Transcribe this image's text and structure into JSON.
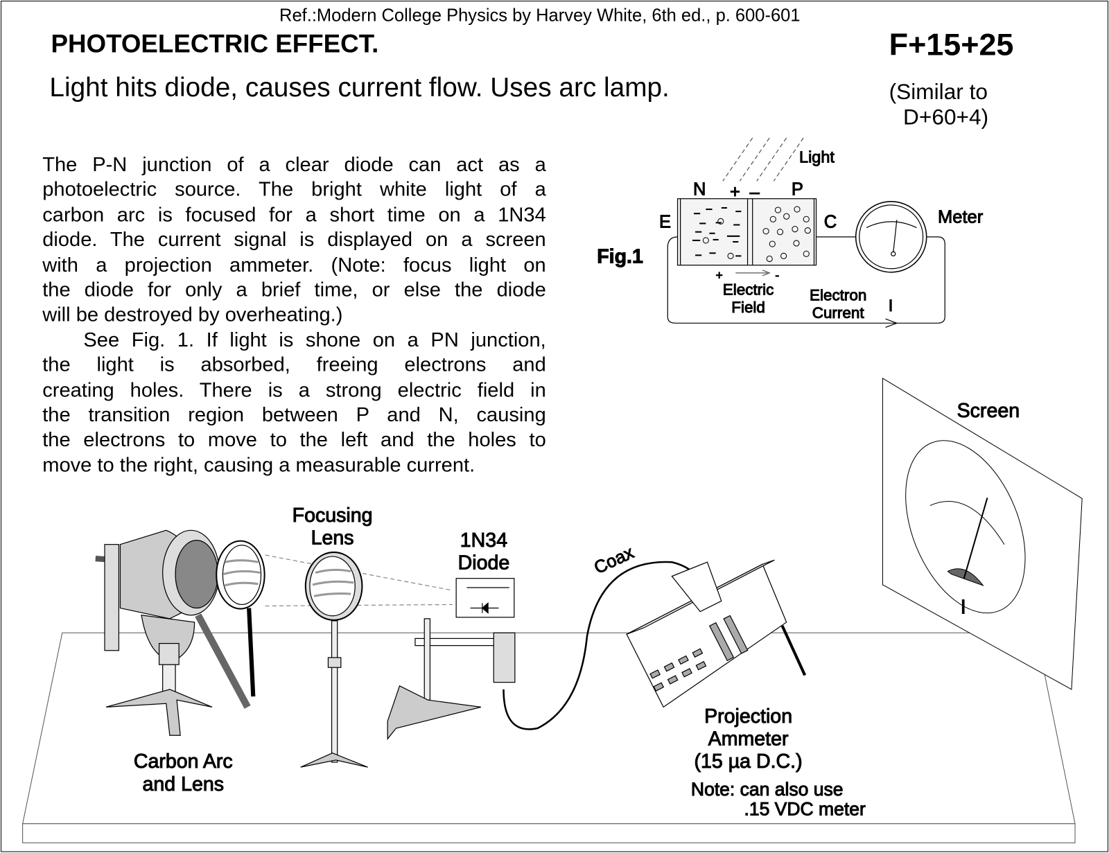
{
  "header": {
    "reference": "Ref.:Modern College Physics by Harvey White, 6th ed., p. 600-601",
    "title": "PHOTOELECTRIC EFFECT.",
    "code": "F+15+25",
    "subtitle": "Light hits diode, causes current flow. Uses arc lamp.",
    "similar_line1": "(Similar to",
    "similar_line2": "D+60+4)"
  },
  "body": {
    "paragraph1": [
      "The P-N junction of a clear diode can act as a",
      "photoelectric source.  The bright white light of a",
      "carbon arc is focused for a short time on a 1N34",
      "diode.  The current signal is displayed on a screen",
      "with a projection ammeter. (Note: focus light on",
      "the diode for only a brief time, or else the diode",
      "will be destroyed by overheating.)"
    ],
    "paragraph2": [
      "See Fig. 1. If light is shone on a PN junction,",
      "the light is absorbed, freeing electrons and",
      "creating holes. There is a strong electric field in",
      "the transition region between P and N, causing",
      "the electrons to move to the left and the holes to",
      "move to the right, causing a measurable current."
    ]
  },
  "fig1": {
    "label": "Fig.1",
    "light": "Light",
    "n": "N",
    "p": "P",
    "plus": "+",
    "minus": "–",
    "e": "E",
    "c": "C",
    "meter": "Meter",
    "field_plus": "+",
    "field_minus": "-",
    "electric_field_1": "Electric",
    "electric_field_2": "Field",
    "electron_current_1": "Electron",
    "electron_current_2": "Current",
    "current_symbol": "I"
  },
  "apparatus": {
    "focusing_lens_1": "Focusing",
    "focusing_lens_2": "Lens",
    "diode_1": "1N34",
    "diode_2": "Diode",
    "coax": "Coax",
    "screen": "Screen",
    "screen_current": "I",
    "carbon_arc_1": "Carbon Arc",
    "carbon_arc_2": "and Lens",
    "ammeter_1": "Projection",
    "ammeter_2": "Ammeter",
    "ammeter_3": "(15 µa D.C.)",
    "note_1": "Note: can also use",
    "note_2": ".15 VDC meter"
  },
  "colors": {
    "ink": "#000000",
    "shade": "#c8c8c8",
    "dark_shade": "#7a7a7a"
  }
}
